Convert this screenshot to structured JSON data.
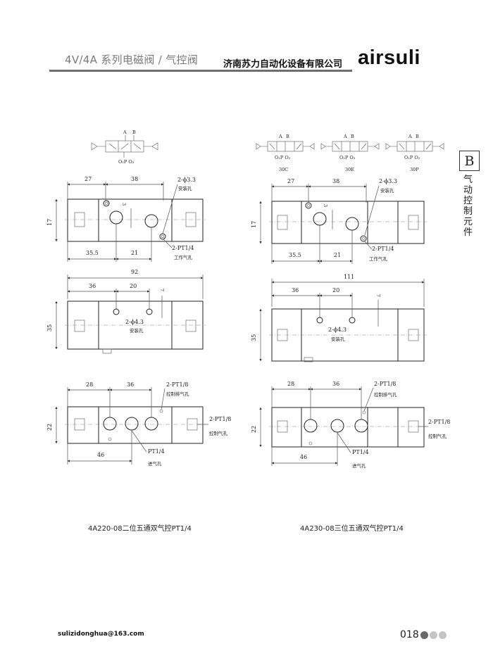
{
  "header": {
    "series_title": "4V/4A 系列电磁阀 / 气控阀",
    "company": "济南苏力自动化设备有限公司",
    "brand": "airsuli"
  },
  "side_tab": {
    "letter": "B",
    "category": "气动控制元件"
  },
  "left_drawing": {
    "symbol": {
      "port_a": "A",
      "port_b": "B",
      "exhaust_label": "O₁P O₂"
    },
    "top_view": {
      "dim_27": "27",
      "dim_38": "38",
      "dim_3": "3",
      "dim_17": "17",
      "dim_35_5": "35.5",
      "dim_21": "21",
      "mount_spec": "2-ϕ3.3",
      "mount_label": "安装孔",
      "work_spec": "2-PT1/4",
      "work_label": "工作气孔"
    },
    "front_view": {
      "dim_92": "92",
      "dim_36": "36",
      "dim_20": "20",
      "dim_7": "7",
      "dim_35": "35",
      "hole_spec": "2-ϕ4.3",
      "hole_label": "安装孔"
    },
    "bottom_view": {
      "dim_28": "28",
      "dim_36": "36",
      "dim_22": "22",
      "dim_46": "46",
      "exhaust_spec": "2-PT1/8",
      "exhaust_label": "控制排气孔",
      "control_spec": "2-PT1/8",
      "control_label": "控制气孔",
      "inlet_spec": "PT1/4",
      "inlet_label": "进气孔"
    },
    "caption": "4A220-08二位五通双气控PT1/4"
  },
  "right_drawing": {
    "symbols": [
      {
        "port_a": "A",
        "port_b": "B",
        "exhaust_label": "O₁P O₂",
        "code": "30C"
      },
      {
        "port_a": "A",
        "port_b": "B",
        "exhaust_label": "O₁P O₂",
        "code": "30E"
      },
      {
        "port_a": "A",
        "port_b": "B",
        "exhaust_label": "O₁P O₂",
        "code": "30P"
      }
    ],
    "top_view": {
      "dim_27": "27",
      "dim_38": "38",
      "dim_3": "3",
      "dim_17": "17",
      "dim_35_5": "35.5",
      "dim_21": "21",
      "mount_spec": "2-ϕ3.3",
      "mount_label": "安装孔",
      "work_spec": "2-PT1/4",
      "work_label": "工作气孔"
    },
    "front_view": {
      "dim_111": "111",
      "dim_36": "36",
      "dim_20": "20",
      "dim_7": "7",
      "dim_35": "35",
      "hole_spec": "2-ϕ4.3",
      "hole_label": "安装孔"
    },
    "bottom_view": {
      "dim_28": "28",
      "dim_36": "36",
      "dim_22": "22",
      "dim_46": "46",
      "exhaust_spec": "2-PT1/8",
      "exhaust_label": "控制排气孔",
      "control_spec": "2-PT1/8",
      "control_label": "控制气孔",
      "inlet_spec": "PT1/4",
      "inlet_label": "进气孔"
    },
    "caption": "4A230-08三位五通双气控PT1/4"
  },
  "footer": {
    "email": "sulizidonghua@163.com",
    "page_number": "018"
  }
}
